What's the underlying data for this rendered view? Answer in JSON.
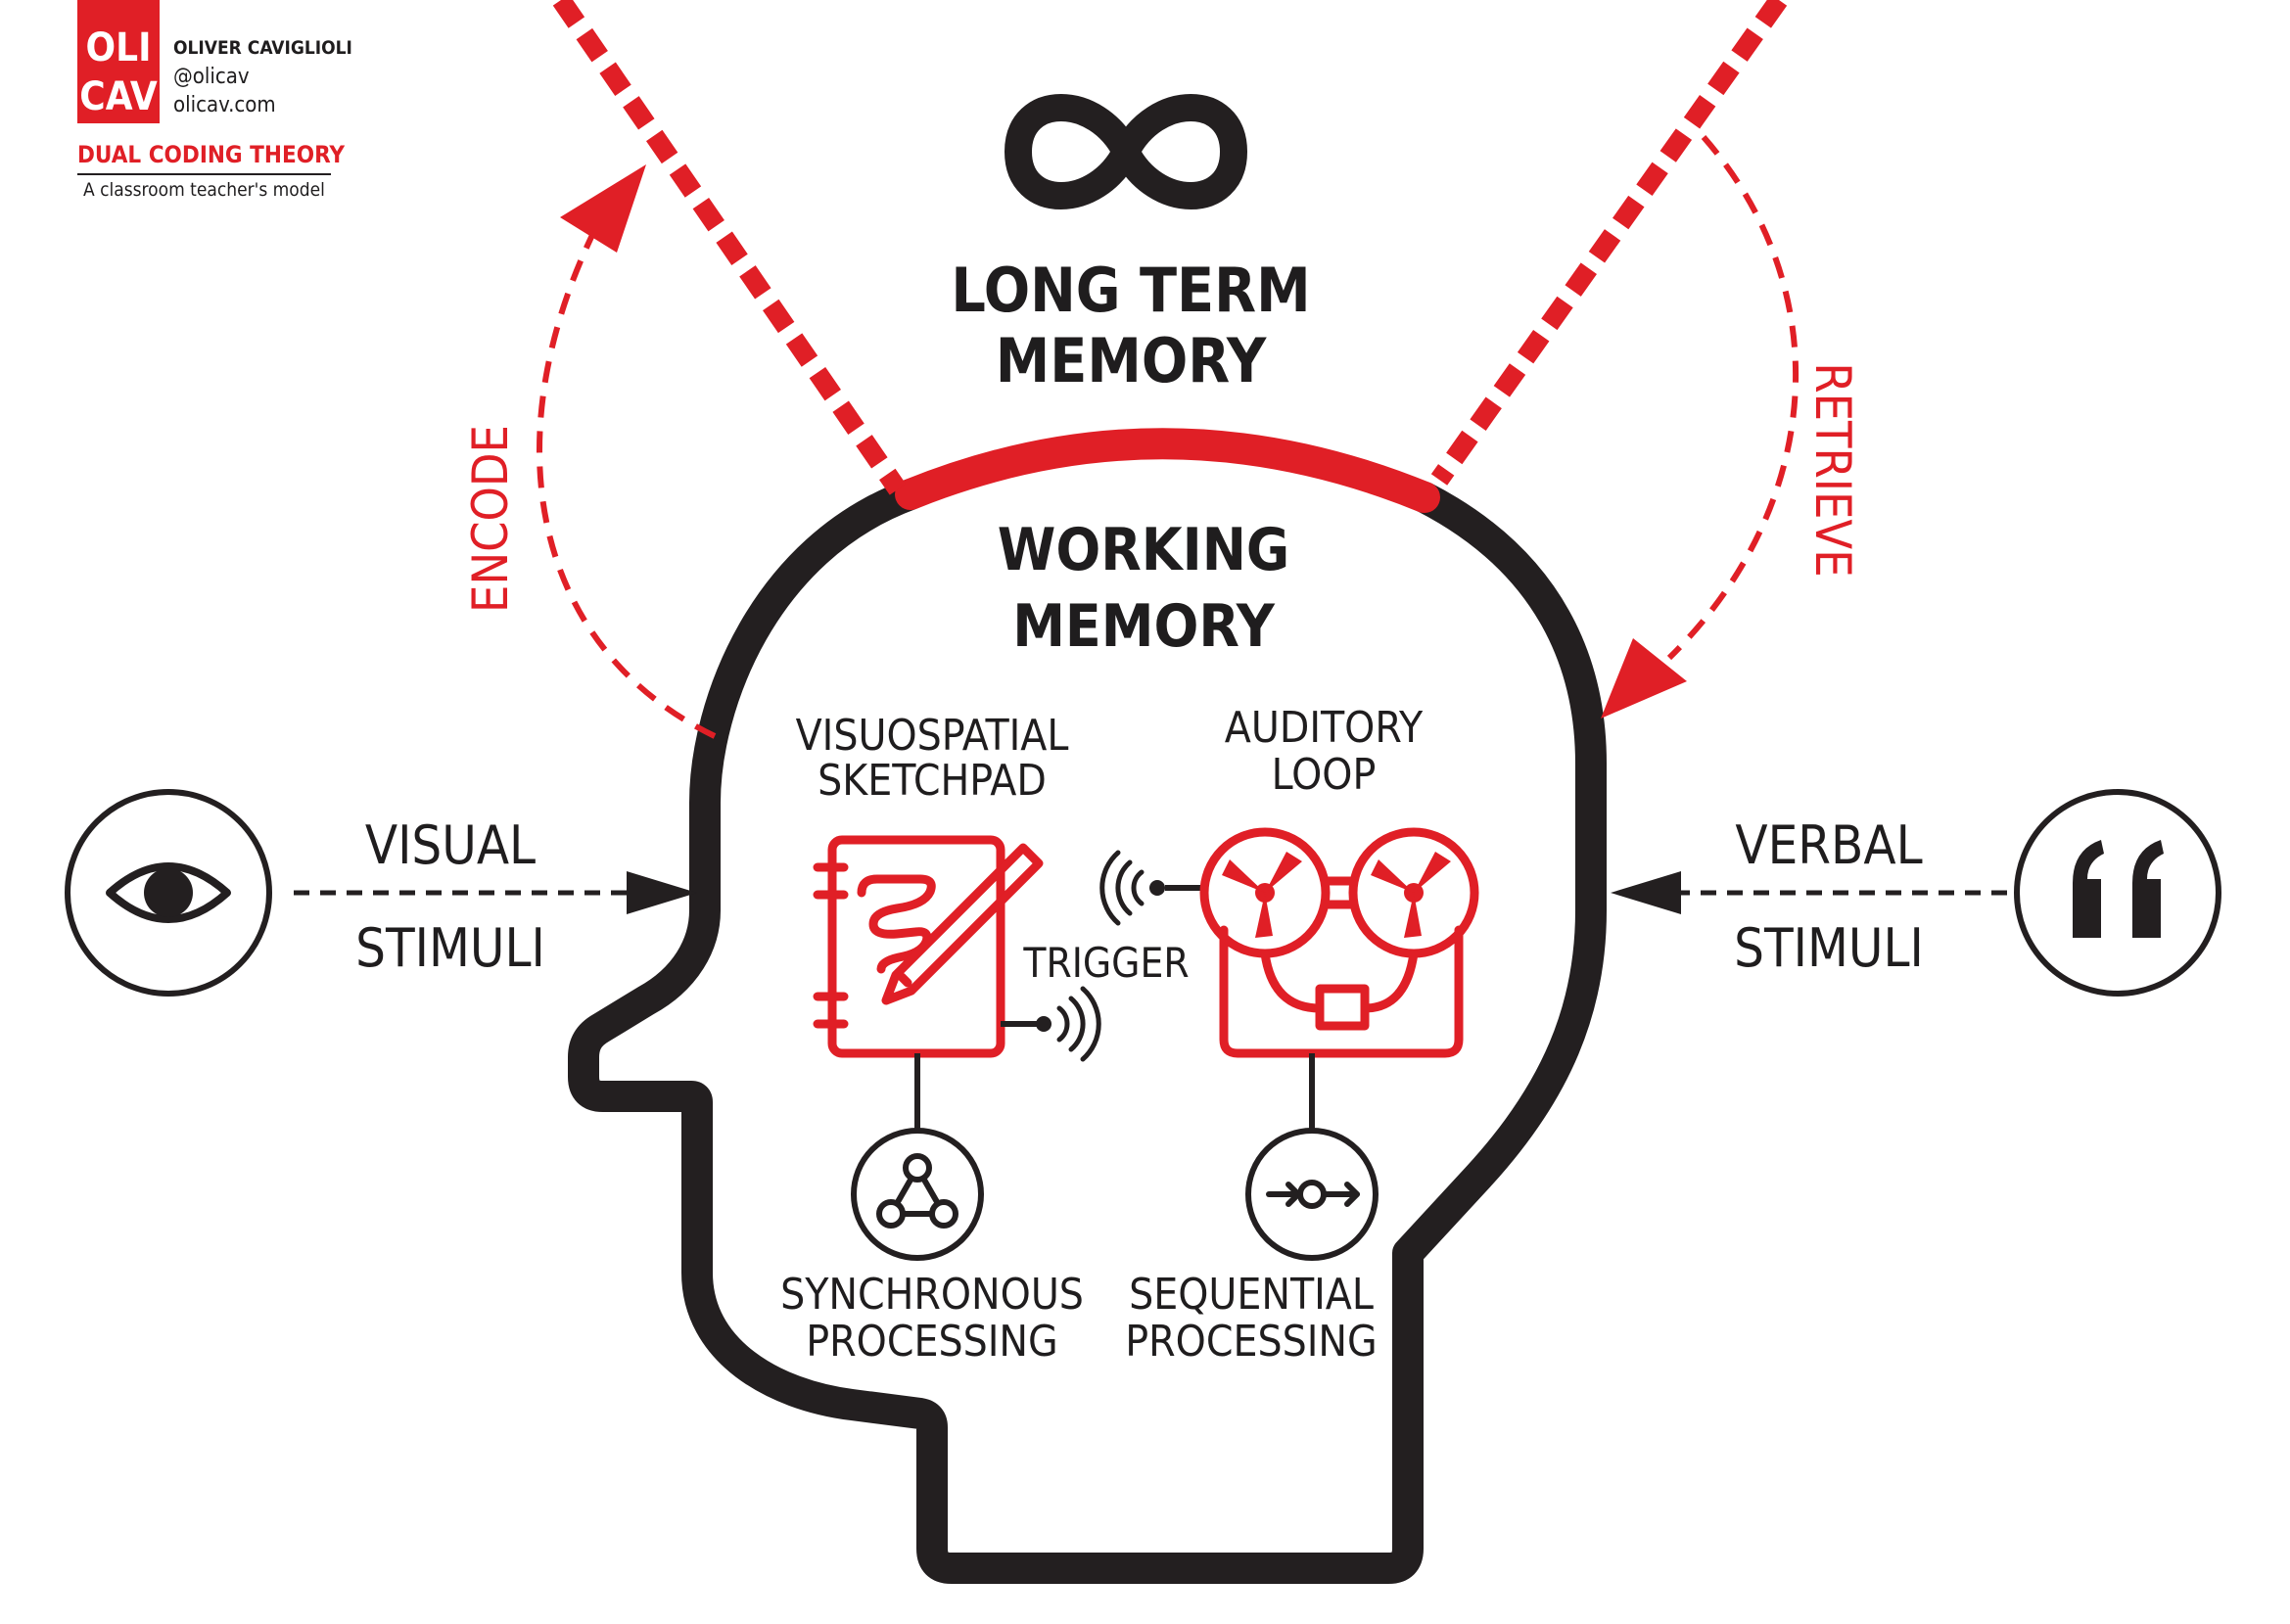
{
  "colors": {
    "accent": "#e01f26",
    "ink": "#231f20",
    "background": "#ffffff"
  },
  "brand": {
    "logo_line1": "OLI",
    "logo_line2": "CAV",
    "author": "OLIVER CAVIGLIOLI",
    "handle": "@olicav",
    "website": "olicav.com",
    "title": "DUAL CODING THEORY",
    "subtitle": "A classroom teacher's model"
  },
  "long_term_memory": {
    "line1": "LONG TERM",
    "line2": "MEMORY",
    "icon": "infinity-icon"
  },
  "working_memory": {
    "line1": "WORKING",
    "line2": "MEMORY"
  },
  "arrows": {
    "encode": "ENCODE",
    "retrieve": "RETRIEVE"
  },
  "visual_stimuli": {
    "line1": "VISUAL",
    "line2": "STIMULI",
    "icon": "eye-icon"
  },
  "verbal_stimuli": {
    "line1": "VERBAL",
    "line2": "STIMULI",
    "icon": "quote-icon"
  },
  "visuospatial": {
    "line1": "VISUOSPATIAL",
    "line2": "SKETCHPAD",
    "icon": "notepad-pencil-icon"
  },
  "auditory": {
    "line1": "AUDITORY",
    "line2": "LOOP",
    "icon": "reel-to-reel-tape-icon"
  },
  "trigger": {
    "label": "TRIGGER",
    "icon": "signal-waves-icon"
  },
  "synchronous": {
    "line1": "SYNCHRONOUS",
    "line2": "PROCESSING",
    "icon": "triangle-network-icon"
  },
  "sequential": {
    "line1": "SEQUENTIAL",
    "line2": "PROCESSING",
    "icon": "arrow-node-arrow-icon"
  }
}
